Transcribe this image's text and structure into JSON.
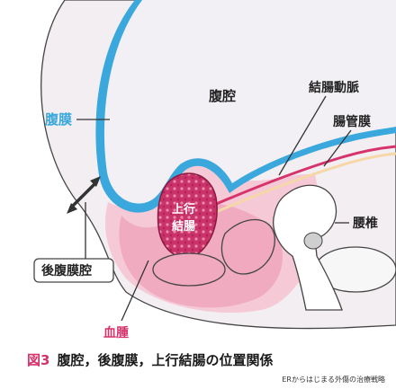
{
  "labels": {
    "peritoneal_cavity": "腹腔",
    "peritoneum": "腹膜",
    "colic_artery": "結腸動脈",
    "mesentery": "腸管膜",
    "lumbar_vertebra": "腰椎",
    "ascending_colon_line1": "上行",
    "ascending_colon_line2": "結腸",
    "retroperitoneal_space": "後腹膜腔",
    "hematoma": "血腫"
  },
  "caption": {
    "number": "図3",
    "text": "腹腔，後腹膜，上行結腸の位置関係"
  },
  "credit": "ERからはじまる外傷の治療戦略",
  "colors": {
    "peritoneum_blue": "#3aa8dd",
    "cavity_fill": "#f2f0f4",
    "hematoma_pink": "#f0b4c6",
    "colon_red": "#c9336a",
    "accent_pink": "#d6336c"
  }
}
